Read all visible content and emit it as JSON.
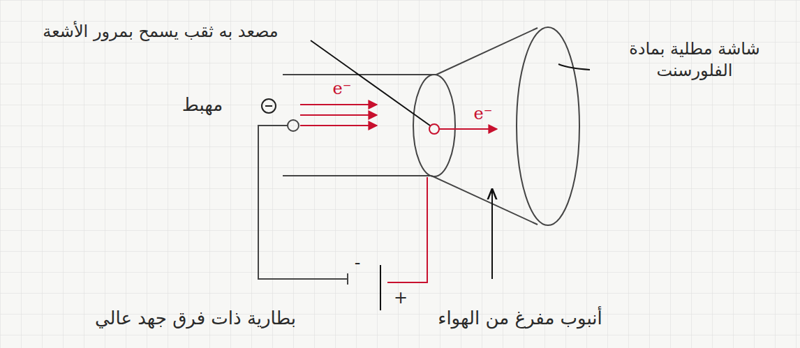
{
  "diagram": {
    "labels": [
      "مصعد به ثقب يسمح بمرور الأشعة",
      "شاشة مطلية بمادة الفلورسنت",
      "مهبط",
      "e⁻",
      "e⁻",
      "-",
      "+",
      "أنبوب مفرغ من الهواء",
      "بطارية ذات فرق جهد عالي"
    ]
  }
}
